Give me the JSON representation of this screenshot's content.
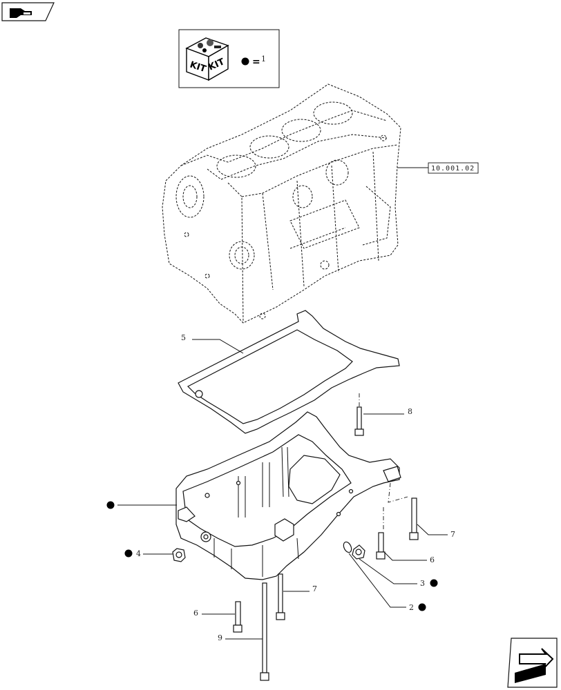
{
  "kit_legend": {
    "icon_words": [
      "KIT",
      "KIT"
    ],
    "equals": "=",
    "number": "1"
  },
  "reference": {
    "code": "10.001.02"
  },
  "callouts": [
    {
      "id": "gasket",
      "number": "5"
    },
    {
      "id": "bolt-upper",
      "number": "8"
    },
    {
      "id": "bolt-right-long",
      "number": "7"
    },
    {
      "id": "bolt-right-short",
      "number": "6"
    },
    {
      "id": "drain-plug",
      "number": "3",
      "kit_part": true
    },
    {
      "id": "drain-washer",
      "number": "2",
      "kit_part": true
    },
    {
      "id": "bolt-center",
      "number": "7"
    },
    {
      "id": "bolt-left",
      "number": "6"
    },
    {
      "id": "bolt-long",
      "number": "9"
    },
    {
      "id": "plug-side",
      "number": "4",
      "kit_part": true
    },
    {
      "id": "oil-sump",
      "number": "",
      "kit_part": true
    }
  ],
  "navigation": {
    "top_left_icon": "book-icon",
    "bottom_right_icon": "arrow-next-icon"
  },
  "colors": {
    "ink": "#111111",
    "background": "#ffffff"
  }
}
